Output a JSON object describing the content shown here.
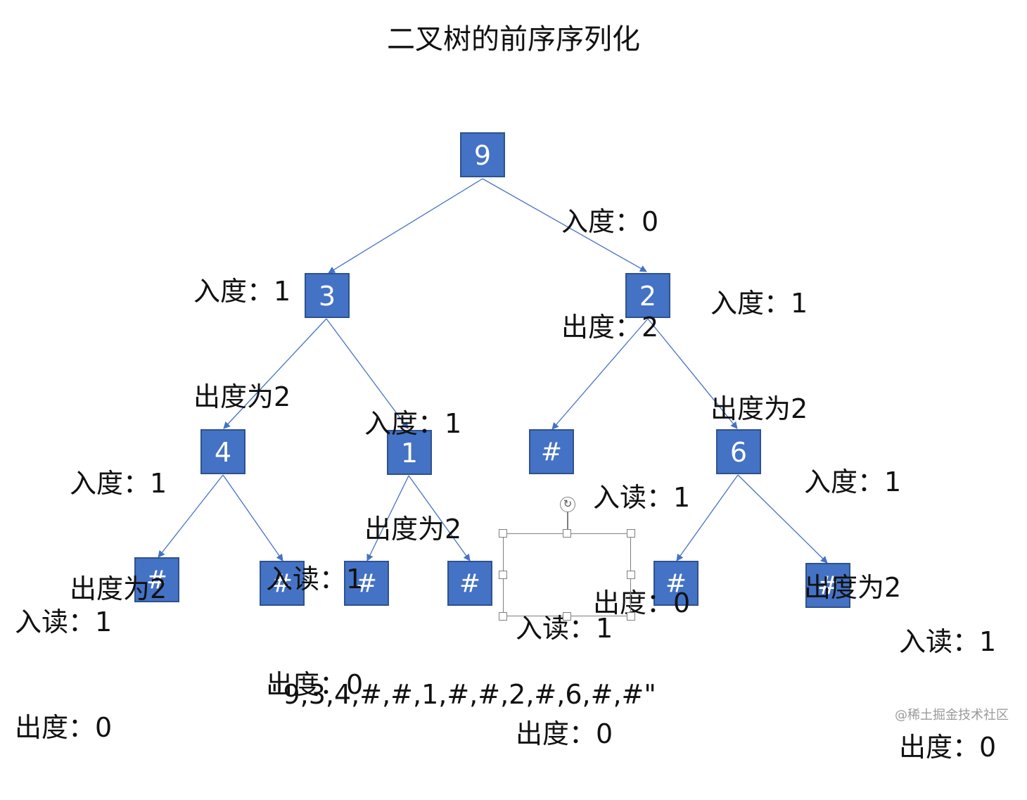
{
  "title": "二叉树的前序序列化",
  "nodes": {
    "n9": "9",
    "n3": "3",
    "n2": "2",
    "n4": "4",
    "n1": "1",
    "n6": "6",
    "null_label": "#"
  },
  "annotations": {
    "root": [
      "入度：0",
      "出度：2"
    ],
    "node3": [
      "入度：1",
      "出度为2"
    ],
    "node2": [
      "入度：1",
      "出度为2"
    ],
    "node4": [
      "入度：1",
      "出度为2"
    ],
    "node1": [
      "入度：1",
      "出度为2"
    ],
    "node6": [
      "入度：1",
      "出度为2"
    ],
    "null_far_left": [
      "入读：1",
      "出度：0"
    ],
    "null_mid_left": [
      "入读：1",
      "出度：0"
    ],
    "null_center_selected": [
      "入读：1",
      "出度：0"
    ],
    "null_under_2": [
      "入读：1",
      "出度：0"
    ],
    "null_far_right": [
      "入读：1",
      "出度：0"
    ]
  },
  "serialization": "\"9,3,4,#,#,1,#,#,2,#,6,#,#\"",
  "watermark": "@稀土掘金技术社区",
  "colors": {
    "node_fill": "#4472c4",
    "node_border": "#2f528f",
    "edge": "#4472c4",
    "selection": "#7f7f7f"
  },
  "icons": {
    "rotate_handle": "rotate-icon"
  }
}
